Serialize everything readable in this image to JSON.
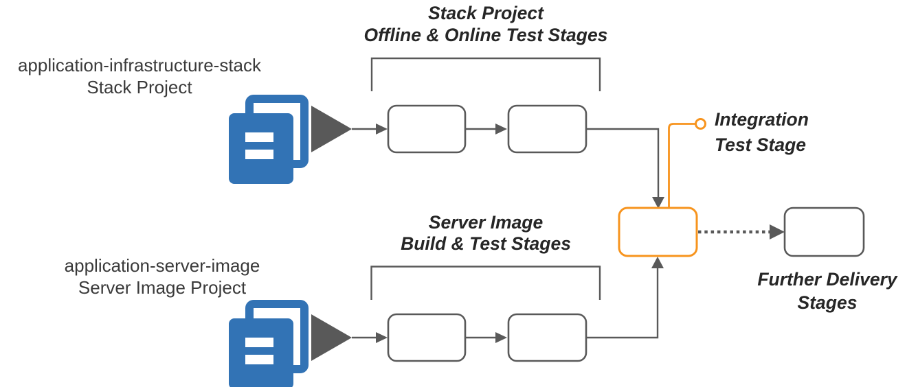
{
  "diagram": {
    "description": "CI/CD pipeline diagram with two source projects converging into an integration test stage",
    "colors": {
      "line_gray": "#595959",
      "document_blue": "#3273B5",
      "accent_orange": "#F7941E",
      "title_text": "#262626",
      "label_text": "#3A3A3A",
      "background": "#FFFFFF"
    },
    "sources": [
      {
        "repo": "application-infrastructure-stack",
        "project": "Stack Project"
      },
      {
        "repo": "application-server-image",
        "project": "Server Image Project"
      }
    ],
    "stage_groups": [
      {
        "line1": "Stack Project",
        "line2": "Offline & Online Test Stages"
      },
      {
        "line1": "Server Image",
        "line2": "Build & Test Stages"
      }
    ],
    "integration_label": {
      "line1": "Integration",
      "line2": "Test Stage"
    },
    "further_label": {
      "line1": "Further Delivery",
      "line2": "Stages"
    },
    "icons": [
      "documents-icon",
      "pipeline-trigger-icon",
      "callout-circle-icon",
      "arrowhead-icon"
    ]
  }
}
